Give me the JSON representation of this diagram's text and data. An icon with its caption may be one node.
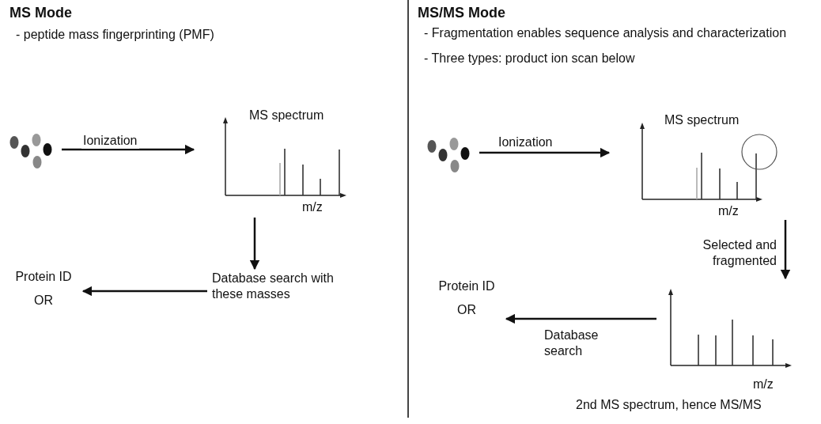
{
  "diagram": {
    "nodes": [
      {
        "text": [],
        "shape": "picture"
      },
      {
        "text": [
          "MS spectrum",
          "m/z"
        ]
      },
      {
        "text": [
          "Database search with these masses"
        ]
      },
      {
        "text": [
          "Protein ID",
          "OR"
        ]
      },
      {
        "text": [],
        "shape": "picture"
      },
      {
        "text": [
          "MS spectrum",
          "m/z"
        ]
      },
      {
        "text": [
          "m/z"
        ],
        "beside": [
          "2nd MS spectrum, hence MS/MS"
        ]
      },
      {
        "text": [
          "Protein ID",
          "OR"
        ]
      }
    ],
    "edges": [
      {
        "from": 0,
        "to": 1,
        "arrow": "to",
        "label": "Ionization"
      },
      {
        "from": 1,
        "to": 2,
        "arrow": "to"
      },
      {
        "from": 2,
        "to": 3,
        "arrow": "to"
      },
      {
        "from": 4,
        "to": 5,
        "arrow": "to",
        "label": "Ionization"
      },
      {
        "from": 5,
        "to": 6,
        "arrow": "to",
        "label": "Selected and fragmented"
      },
      {
        "from": 6,
        "to": 7,
        "arrow": "to",
        "label": "Database search"
      }
    ],
    "labels": [
      "MS Mode",
      "- peptide mass fingerprinting (PMF)",
      "MS/MS Mode",
      "- Fragmentation enables sequence analysis and characterization",
      "- Three types: product ion scan below"
    ]
  }
}
